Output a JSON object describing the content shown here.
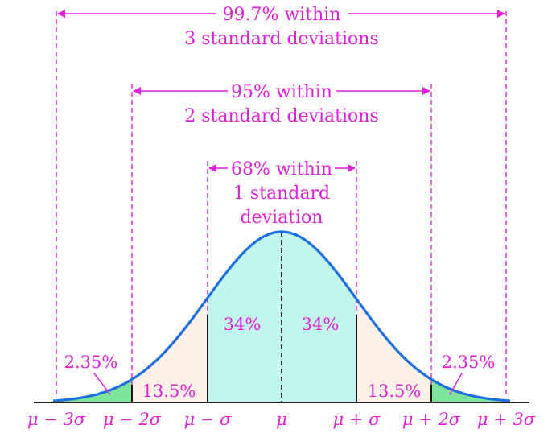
{
  "annotations": {
    "sd3_line1": "99.7% within",
    "sd3_line2": "3 standard deviations",
    "sd2_line1": "95% within",
    "sd2_line2": "2 standard deviations",
    "sd1_line1": "68% within",
    "sd1_line2": "1 standard",
    "sd1_line3": "deviation"
  },
  "regions": {
    "left_center": "34%",
    "right_center": "34%",
    "left_mid": "13.5%",
    "right_mid": "13.5%",
    "left_tail": "2.35%",
    "right_tail": "2.35%"
  },
  "axis_ticks": {
    "m3": "μ − 3σ",
    "m2": "μ − 2σ",
    "m1": "μ − σ",
    "mu": "μ",
    "p1": "μ + σ",
    "p2": "μ + 2σ",
    "p3": "μ + 3σ"
  },
  "colors": {
    "annotation": "#e020d8",
    "curve": "#1f6fe0",
    "center_fill": "#c2f6ec",
    "mid_fill": "#fdf0e6",
    "tail_fill": "#7fe39a",
    "axis": "#000000"
  }
}
